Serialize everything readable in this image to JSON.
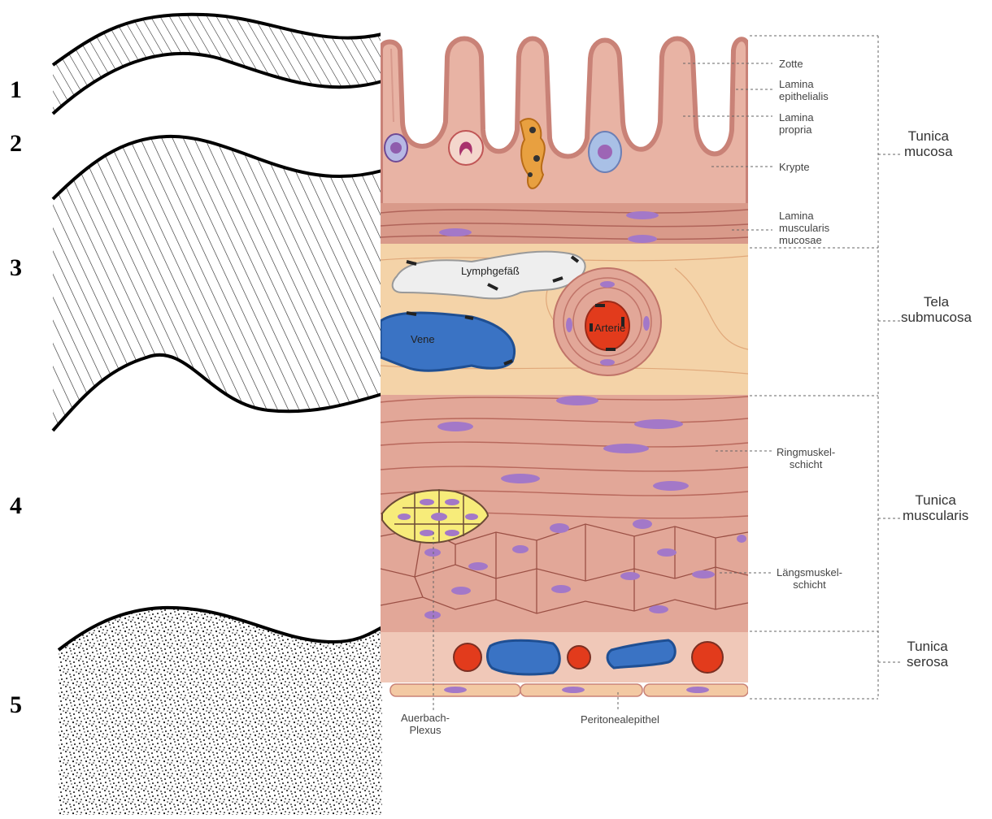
{
  "layer_numbers": [
    "1",
    "2",
    "3",
    "4",
    "5"
  ],
  "labels": {
    "zotte": "Zotte",
    "lamina_epithelialis": [
      "Lamina",
      "epithelialis"
    ],
    "lamina_propria": [
      "Lamina",
      "propria"
    ],
    "krypte": "Krypte",
    "lamina_muscularis_mucosae": [
      "Lamina",
      "muscularis",
      "mucosae"
    ],
    "ringmuskel": [
      "Ringmuskel-",
      "schicht"
    ],
    "laengsmuskel": [
      "Längsmuskel-",
      "schicht"
    ],
    "auerbach": [
      "Auerbach-",
      "Plexus"
    ],
    "peritonealepithel": "Peritonealepithel"
  },
  "inline_labels": {
    "lymphgefaess": "Lymphgefäß",
    "vene": "Vene",
    "arterie": "Arterie"
  },
  "layers": {
    "tunica_mucosa": [
      "Tunica",
      "mucosa"
    ],
    "tela_submucosa": [
      "Tela",
      "submucosa"
    ],
    "tunica_muscularis": [
      "Tunica",
      "muscularis"
    ],
    "tunica_serosa": [
      "Tunica",
      "serosa"
    ]
  },
  "colors": {
    "mucosa": "#e8b3a4",
    "epithelium": "#c98277",
    "submucosa": "#f4d3a8",
    "muscle": "#e2a798",
    "nucleus": "#9b6fbf",
    "vein": "#3a73c4",
    "artery": "#e23b1c",
    "lymph": "#eeeeee",
    "plexus": "#f7ec7a"
  }
}
